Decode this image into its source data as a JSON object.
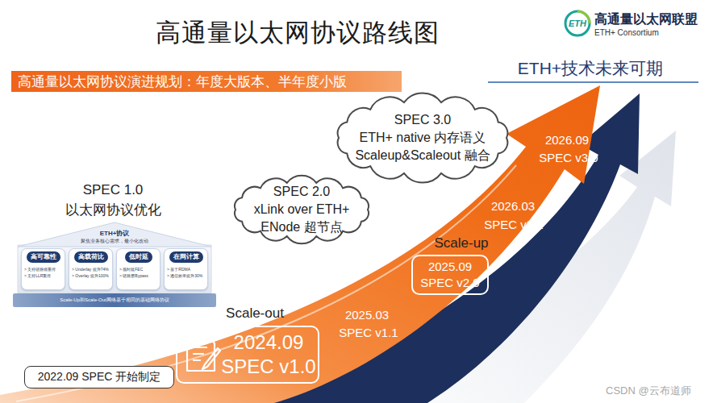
{
  "diagram": {
    "title": "高通量以太网协议路线图",
    "nodes": [
      {
        "text": [
          "高通量以太网协议演进规划：年度大版本、半年度小版"
        ]
      },
      {
        "text": [
          "ETH"
        ]
      },
      {
        "text": [
          "SPEC 3.0",
          "ETH+ native 内存语义",
          "Scaleup&Scaleout 融合"
        ]
      },
      {
        "text": [
          "SPEC 2.0",
          "xLink over ETH+",
          "ENode 超节点"
        ]
      },
      {
        "text": [
          "ETH+协议",
          "聚焦业务核心需求，最小化改动"
        ]
      },
      {
        "text": [
          "高可靠性",
          "> 支持链路级重传",
          "> 支持LLR重传"
        ]
      },
      {
        "text": [
          "高载荷比",
          "> Underlay 提升74%",
          "> Overlay 提升100%"
        ]
      },
      {
        "text": [
          "低时延",
          "> 低时延FEC",
          "> 链路层Bypass"
        ]
      },
      {
        "text": [
          "在网计算",
          "> 基于RDMA",
          "> 通信效率提升30%"
        ]
      },
      {
        "text": [
          "Scale-Up和Scale-Out网络基于相同的基础网络协议"
        ]
      },
      {
        "text": [
          "2024.09",
          "SPEC v1.0"
        ]
      },
      {
        "text": [
          "2025.09",
          "SPEC v2.0"
        ]
      },
      {
        "text": [
          "2022.09 SPEC 开始制定"
        ]
      }
    ],
    "labels": [
      "高通量以太网联盟",
      "ETH+ Consortium",
      "ETH+技术未来可期",
      "SPEC 1.0",
      "以太网协议优化",
      "Scale-out",
      "2025.03",
      "SPEC v1.1",
      "Scale-up",
      "2026.03",
      "SPEC v2.1",
      "2026.09",
      "SPEC v3.0",
      "CSDN @云布道师"
    ]
  }
}
